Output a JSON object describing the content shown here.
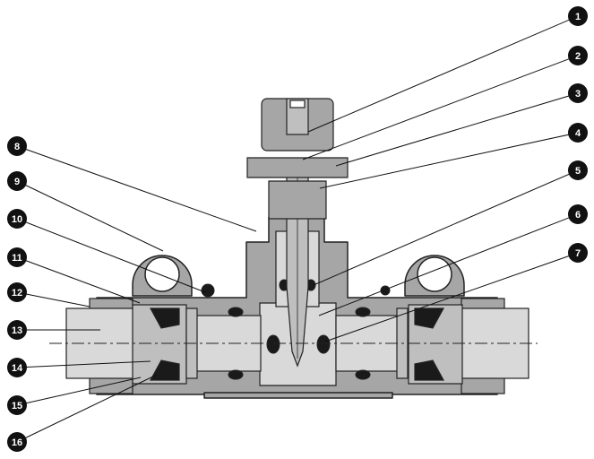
{
  "callouts": [
    {
      "label": "1"
    },
    {
      "label": "2"
    },
    {
      "label": "3"
    },
    {
      "label": "4"
    },
    {
      "label": "5"
    },
    {
      "label": "6"
    },
    {
      "label": "7"
    },
    {
      "label": "8"
    },
    {
      "label": "9"
    },
    {
      "label": "10"
    },
    {
      "label": "11"
    },
    {
      "label": "12"
    },
    {
      "label": "13"
    },
    {
      "label": "14"
    },
    {
      "label": "15"
    },
    {
      "label": "16"
    }
  ],
  "colors": {
    "body": "#a6a6a6",
    "inner": "#d9d9d9",
    "seal": "#1a1a1a",
    "outline": "#222222",
    "callout": "#111111"
  }
}
